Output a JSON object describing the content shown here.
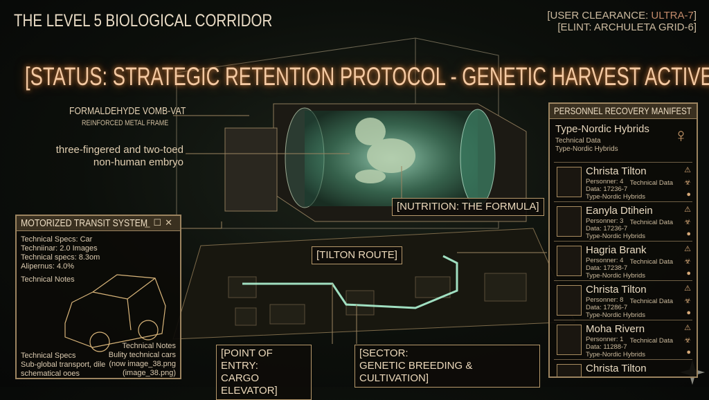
{
  "header": {
    "title": "THE LEVEL 5 BIOLOGICAL CORRIDOR",
    "clearance_prefix": "[USER CLEARANCE: ",
    "clearance_value": "ULTRA-7",
    "clearance_suffix": "]",
    "elint": "[ELINT: ARCHULETA GRID-6]"
  },
  "status": "[STATUS: STRATEGIC RETENTION PROTOCOL - GENETIC HARVEST ACTIVE]",
  "callouts": {
    "vat_title": "FORMALDEHYDE VOMB-VAT",
    "vat_sub": "REINFORCED METAL FRAME",
    "embryo_line1": "three-fingered and two-toed",
    "embryo_line2": "non-human embryo",
    "nutrition": "[NUTRITION: THE FORMULA]",
    "route": "[TILTON ROUTE]",
    "entry_line1": "[POINT OF ENTRY:",
    "entry_line2": "CARGO ELEVATOR]",
    "sector_line1": "[SECTOR:",
    "sector_line2": "GENETIC BREEDING & CULTIVATION]"
  },
  "transit": {
    "title": "MOTORIZED TRANSIT SYSTEM",
    "specs": [
      "Technical Specs: Car",
      "Techniinar: 2.0 Images",
      "Technical specs: 8.3om",
      "Alipernus: 4.0%"
    ],
    "note_top": "Technical Notes",
    "spec_bottom_title": "Technical Specs",
    "spec_bottom_1": "Sub-global transport, dile",
    "spec_bottom_2": "schematical ooes",
    "note_bottom_title": "Technical Notes",
    "note_bottom_1": "Bulity technical cars",
    "note_bottom_2": "(now image_38.png",
    "note_bottom_3": "(image_38.png)"
  },
  "manifest": {
    "title": "PERSONNEL RECOVERY MANIFEST",
    "group_title": "Type-Nordic Hybrids",
    "group_sub1": "Technical Data",
    "group_sub2": "Type-Nordic Hybrids",
    "tech_label": "Technical Data",
    "rows": [
      {
        "name": "Christa Tilton",
        "personner": "Personner: 4",
        "data": "Data: 17236-7",
        "type": "Type-Nordic Hybrids"
      },
      {
        "name": "Eanyla Dtihein",
        "personner": "Personner: 3",
        "data": "Data: 17236-7",
        "type": "Type-Nordic Hybrids"
      },
      {
        "name": "Hagria Brank",
        "personner": "Personner: 4",
        "data": "Data: 17238-7",
        "type": "Type-Nordic Hybrids"
      },
      {
        "name": "Christa Tilton",
        "personner": "Personner: 8",
        "data": "Data: 17286-7",
        "type": "Type-Nordic Hybrids"
      },
      {
        "name": "Moha Rivern",
        "personner": "Personner: 1",
        "data": "Data: 11288-7",
        "type": "Type-Nordic Hybrids"
      },
      {
        "name": "Christa Tilton",
        "personner": "",
        "data": "",
        "type": ""
      }
    ]
  },
  "colors": {
    "accent": "#f4c9a2",
    "glow": "#8ff0c8",
    "frame": "#9c8460"
  }
}
